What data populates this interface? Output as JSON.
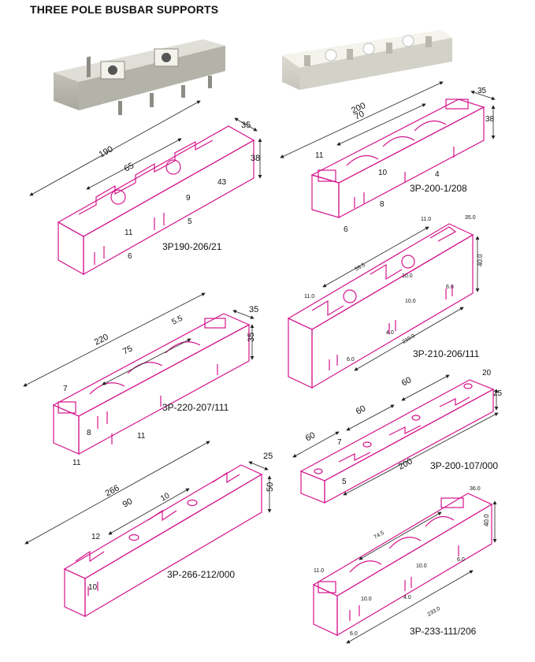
{
  "title": "THREE POLE BUSBAR SUPPORTS",
  "colors": {
    "outline": "#d4148c",
    "dimline": "#222222",
    "photo": "#c9c8c0"
  },
  "items": [
    {
      "code": "3P190-206/21",
      "dims": {
        "length": "190",
        "pitch": "65",
        "width": "35",
        "height": "38",
        "d1": "43",
        "d2": "9",
        "d3": "5",
        "d4": "11",
        "d5": "6"
      }
    },
    {
      "code": "3P-200-1/208",
      "dims": {
        "length": "200",
        "pitch": "70",
        "width": "35",
        "height": "38",
        "d1": "11",
        "d2": "10",
        "d3": "8",
        "d4": "6",
        "d5": "4"
      }
    },
    {
      "code": "3P-210-206/111",
      "dims": {
        "length": "210.0",
        "pitch": "59.5",
        "width": "35.0",
        "height": "40.0",
        "d1": "11.0",
        "d2": "10.0",
        "d3": "10.0",
        "d4": "6.0",
        "d5": "4.0",
        "d6": "11.0",
        "d7": "6.0"
      }
    },
    {
      "code": "3P-220-207/111",
      "dims": {
        "length": "220",
        "pitch": "75",
        "width": "35",
        "height": "35",
        "d1": "5.5",
        "d2": "7",
        "d3": "8",
        "d4": "11",
        "d5": "11"
      }
    },
    {
      "code": "3P-200-107/000",
      "dims": {
        "length": "200",
        "pitch1": "60",
        "pitch2": "60",
        "pitch3": "60",
        "width": "20",
        "height": "25",
        "d1": "7",
        "d2": "5"
      }
    },
    {
      "code": "3P-266-212/000",
      "dims": {
        "length": "266",
        "pitch": "90",
        "width": "25",
        "height": "50",
        "d1": "10",
        "d2": "12",
        "d3": "10"
      }
    },
    {
      "code": "3P-233-111/206",
      "dims": {
        "length": "233.0",
        "pitch": "74.5",
        "width": "36.0",
        "height": "40.0",
        "d1": "11.0",
        "d2": "10.0",
        "d3": "10.0",
        "d4": "4.0",
        "d5": "6.0",
        "d6": "6.0"
      }
    }
  ]
}
